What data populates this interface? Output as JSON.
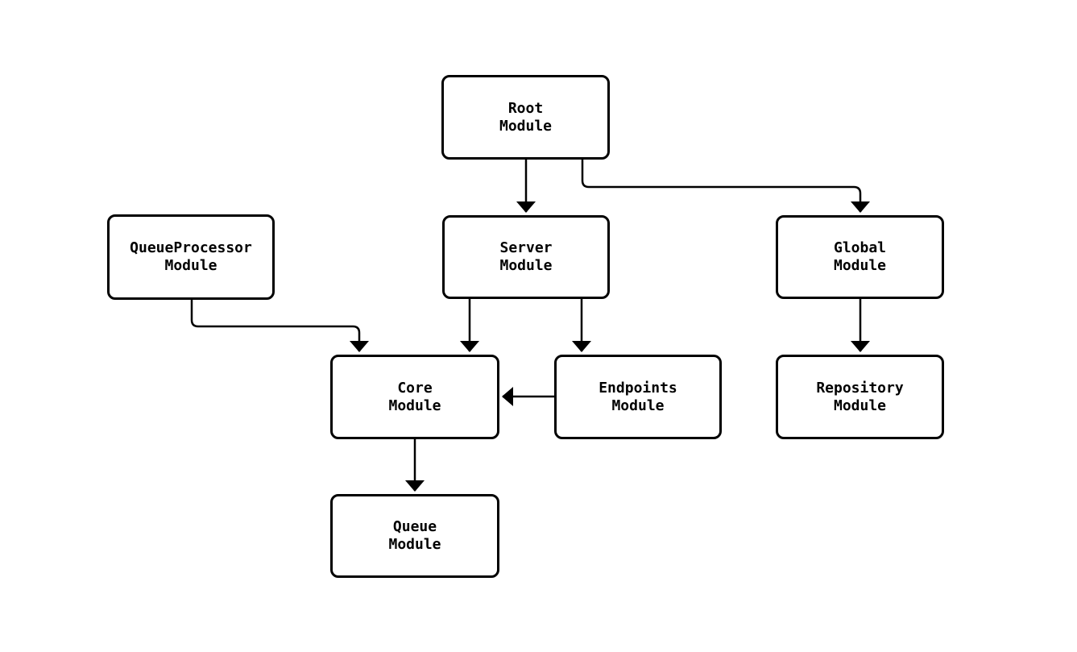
{
  "diagram": {
    "type": "module-dependency-flowchart",
    "colors": {
      "background": "#ffffff",
      "node_fill": "#ffffff",
      "node_stroke": "#000000",
      "edge_stroke": "#000000",
      "text": "#000000"
    },
    "nodes": [
      {
        "id": "root",
        "label": "Root\nModule"
      },
      {
        "id": "queueprocessor",
        "label": "QueueProcessor\nModule"
      },
      {
        "id": "server",
        "label": "Server\nModule"
      },
      {
        "id": "global",
        "label": "Global\nModule"
      },
      {
        "id": "core",
        "label": "Core\nModule"
      },
      {
        "id": "endpoints",
        "label": "Endpoints\nModule"
      },
      {
        "id": "repository",
        "label": "Repository\nModule"
      },
      {
        "id": "queue",
        "label": "Queue\nModule"
      }
    ],
    "edges": [
      {
        "from": "root",
        "to": "server"
      },
      {
        "from": "root",
        "to": "global"
      },
      {
        "from": "queueprocessor",
        "to": "core"
      },
      {
        "from": "server",
        "to": "core"
      },
      {
        "from": "server",
        "to": "endpoints"
      },
      {
        "from": "global",
        "to": "repository"
      },
      {
        "from": "endpoints",
        "to": "core"
      },
      {
        "from": "core",
        "to": "queue"
      }
    ]
  }
}
